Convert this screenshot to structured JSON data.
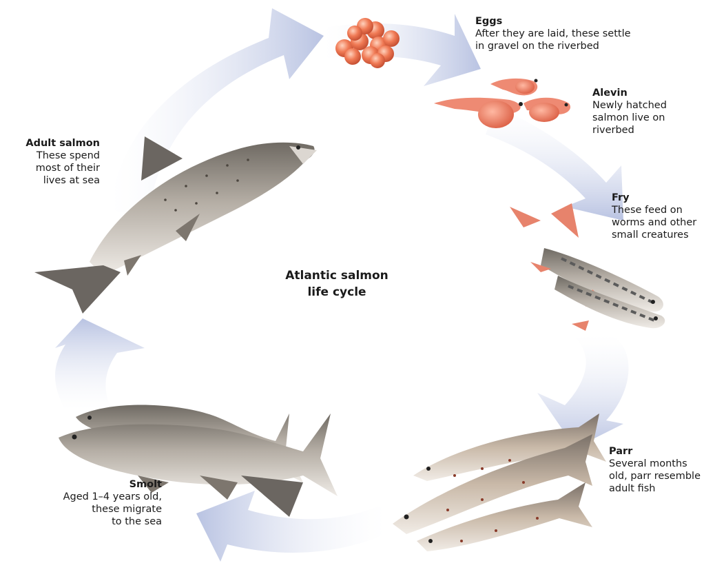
{
  "title": [
    "Atlantic salmon",
    "life cycle"
  ],
  "stages": {
    "eggs": {
      "name": "Eggs",
      "text": [
        "After they are laid, these settle",
        "in gravel on the riverbed"
      ]
    },
    "alevin": {
      "name": "Alevin",
      "text": [
        "Newly hatched",
        "salmon live on",
        "riverbed"
      ]
    },
    "fry": {
      "name": "Fry",
      "text": [
        "These feed on",
        "worms and other",
        "small creatures"
      ]
    },
    "parr": {
      "name": "Parr",
      "text": [
        "Several months",
        "old, parr resemble",
        "adult fish"
      ]
    },
    "smolt": {
      "name": "Smolt",
      "text": [
        "Aged 1–4 years old,",
        "these migrate",
        "to the sea"
      ]
    },
    "adult": {
      "name": "Adult salmon",
      "text": [
        "These spend",
        "most of their",
        "lives at sea"
      ]
    }
  },
  "colors": {
    "arrow": "#b9c3e2",
    "egg": "#f07a55",
    "alevin": "#ee8a73",
    "fry_fin": "#e7836c",
    "fish_back": "#7d766e",
    "fish_belly": "#e8e4df",
    "adult_tail": "#6b6661"
  }
}
